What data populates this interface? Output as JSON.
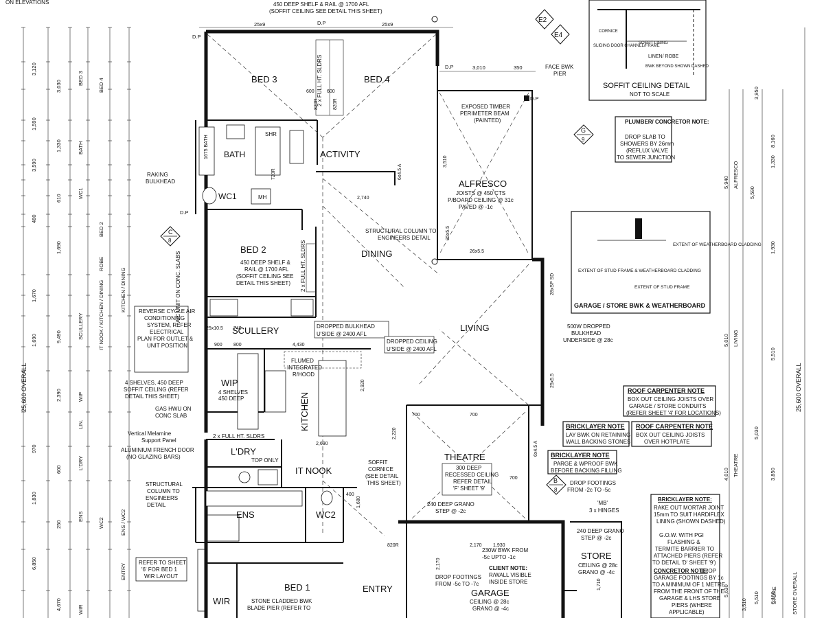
{
  "header": {
    "top_left": "ON ELEVATIONS",
    "shelf_note_top": "450 DEEP SHELF & RAIL @ 1700 AFL",
    "shelf_note_top_2": "(SOFFIT CEILING SEE DETAIL THIS SHEET)",
    "elev_tags": [
      "E2",
      "E4"
    ]
  },
  "rooms": {
    "bed3": "BED 3",
    "bed4": "BED 4",
    "activity": "ACTIVITY",
    "bath": "BATH",
    "wc1": "WC1",
    "alfresco": "ALFRESCO",
    "alfresco_note": [
      "JOISTS @ 450 CTS",
      "P/BOARD CEILING @ 31c",
      "PAVED @ -1c"
    ],
    "bed2": "BED 2",
    "bed2_note": [
      "450 DEEP SHELF &",
      "RAIL @ 1700 AFL",
      "(SOFFIT CEILING SEE",
      "DETAIL THIS SHEET)"
    ],
    "dining": "DINING",
    "living": "LIVING",
    "scullery": "SCULLERY",
    "kitchen": "KITCHEN",
    "wip": "WIP",
    "wip_note": [
      "4 SHELVES",
      "450 DEEP"
    ],
    "ldry": "L'DRY",
    "it_nook": "IT NOOK",
    "theatre": "THEATRE",
    "theatre_note": [
      "300 DEEP",
      "RECESSED CEILING",
      "REFER DETAIL",
      "'F' SHEET '9'"
    ],
    "theatre_step": "240 DEEP GRANO",
    "theatre_step_2": "STEP @ -2c",
    "ens": "ENS",
    "wc2": "WC2",
    "bed1": "BED 1",
    "wir": "WIR",
    "entry": "ENTRY",
    "garage": "GARAGE",
    "garage_note": [
      "CEILING @ 28c",
      "GRANO @ -4c"
    ],
    "store": "STORE",
    "store_note": [
      "CEILING @ 28c",
      "GRANO @ -4c"
    ],
    "mh": "MH",
    "shr": "SHR"
  },
  "notes": {
    "exposed_timber": [
      "EXPOSED TIMBER",
      "PERIMETER BEAM",
      "(PAINTED)"
    ],
    "face_bwk": [
      "FACE BWK",
      "PIER"
    ],
    "structural_column": [
      "STRUCTURAL COLUMN TO",
      "ENGINEERS DETAIL"
    ],
    "structural_column_left": [
      "STRUCTURAL",
      "COLUMN TO",
      "ENGINEERS",
      "DETAIL"
    ],
    "raking_bulkhead": [
      "RAKING",
      "BULKHEAD"
    ],
    "dropped_bulkhead": [
      "DROPPED BULKHEAD",
      "U'SIDE @ 2400 AFL"
    ],
    "dropped_ceiling": [
      "DROPPED CEILING",
      "U'SIDE @ 2400 AFL"
    ],
    "flumed": [
      "FLUMED",
      "INTEGRATED",
      "R/HOOD"
    ],
    "reverse_cycle": [
      "REVERSE CYCLE AIR",
      "CONDITIONING",
      "SYSTEM, REFER",
      "ELECTRICAL",
      "PLAN FOR OUTLET &",
      "UNIT POSITION"
    ],
    "ac_unit": "A/C UNIT ON CONC. SLABS",
    "shelves_4": [
      "4 SHELVES, 450 DEEP",
      "SOFFIT CEILING (REFER",
      "DETAIL THIS SHEET)"
    ],
    "gas_hwu": [
      "GAS HWU ON",
      "CONC SLAB"
    ],
    "vertical_melamine": [
      "Vertical Melamine",
      "Support Panel"
    ],
    "aluminium_door": [
      "ALUMINIUM FRENCH DOOR",
      "(NO GLAZING BARS)"
    ],
    "refer_sheet6": [
      "REFER TO SHEET",
      "'6' FOR BED 1",
      "WIR LAYOUT"
    ],
    "stone_cladded": [
      "STONE CLADDED BWK",
      "BLADE PIER (REFER TO"
    ],
    "soffit_cornice": [
      "SOFFIT",
      "CORNICE",
      "(SEE DETAIL",
      "THIS SHEET)"
    ],
    "dropped_500w": [
      "500W DROPPED",
      "BULKHEAD",
      "UNDERSIDE @ 28c"
    ],
    "drop_footings_1": [
      "DROP FOOTINGS",
      "FROM -5c TO -7c"
    ],
    "drop_footings_2": [
      "DROP FOOTINGS",
      "FROM -2c TO -5c"
    ],
    "bwk_230": [
      "230W BWK FROM",
      "-5c UPTO -1c"
    ],
    "client_note": [
      "CLIENT NOTE:",
      "R/WALL VISIBLE",
      "INSIDE STORE"
    ],
    "step_store": [
      "240 DEEP GRANO",
      "STEP @ -2c"
    ],
    "mb_hinges": [
      "'MB'",
      "3 x HINGES"
    ],
    "full_ht_sldrs": "2 x FULL HT. SLDRS",
    "top_only": "TOP ONLY"
  },
  "callouts": {
    "soffit_title": "SOFFIT CEILING DETAIL",
    "soffit_sub": "NOT TO SCALE",
    "soffit_labels": [
      "CORNICE",
      "SOFFIT LINING",
      "SLIDING DOOR CHANNEL/FRAME",
      "LINEN/ ROBE",
      "BWK BEYOND SHOWN DASHED"
    ],
    "plumber_title": "PLUMBER/ CONCRETOR NOTE:",
    "plumber_body": [
      "DROP SLAB TO",
      "SHOWERS BY 26mm",
      "(REFLUX VALVE",
      "TO SEWER JUNCTION"
    ],
    "garage_bwk_title": "GARAGE / STORE BWK & WEATHERBOARD",
    "garage_bwk_labels": [
      "EXTENT OF WEATHERBOARD CLADDING",
      "EXTENT OF STUD FRAME & WEATHERBOARD CLADDING",
      "EXTENT OF STUD FRAME"
    ],
    "roof_carp_1_title": "ROOF CARPENTER NOTE",
    "roof_carp_1_body": [
      "BOX OUT CEILING JOISTS OVER",
      "GARAGE / STORE CONDUITS",
      "(REFER SHEET '4' FOR LOCATIONS)"
    ],
    "roof_carp_2_title": "ROOF CARPENTER NOTE",
    "roof_carp_2_body": [
      "BOX OUT CEILING JOISTS",
      "OVER HOTPLATE"
    ],
    "bricklayer_1_title": "BRICKLAYER NOTE",
    "bricklayer_1_body": [
      "LAY BWK ON RETAINING",
      "WALL BACKING STONES"
    ],
    "bricklayer_2_title": "BRICKLAYER NOTE",
    "bricklayer_2_body": [
      "PARGE & WPROOF BWK",
      "BEFORE BACKING FILLING"
    ],
    "bricklayer_3_title": "BRICKLAYER NOTE:",
    "bricklayer_3_body": [
      "RAKE OUT MORTAR JOINT",
      "15mm TO SUIT HARDIFLEX",
      "LINING (SHOWN DASHED)"
    ],
    "gow_body": [
      "G.O.W. WITH PGI",
      "FLASHING &",
      "TERMITE BARRIER TO",
      "ATTACHED PIERS (REFER",
      "TO DETAIL 'D' SHEET '9')"
    ],
    "concretor_title": "CONCRETOR NOTE:",
    "concretor_body": [
      "DROP",
      "GARAGE FOOTINGS BY 1c",
      "TO A MINIMUM OF 1 METRE",
      "FROM THE FRONT OF THE",
      "GARAGE & LHS STORE",
      "PIERS (WHERE",
      "APPLICABLE)"
    ]
  },
  "section_markers": [
    {
      "top": "C",
      "bottom": "8"
    },
    {
      "top": "G",
      "bottom": "9"
    },
    {
      "top": "B",
      "bottom": "8"
    }
  ],
  "dimensions": {
    "top": [
      "25x9",
      "D.P",
      "25x9",
      "D.P",
      "3,010",
      "350",
      "D.P",
      "D.P",
      "D.P"
    ],
    "left_overall": "25,600 OVERALL",
    "right_overall": "25,600 OVERALL",
    "interior": [
      "600",
      "600",
      "820R",
      "820R",
      "1675 BATH",
      "720R",
      "2,740",
      "4,430",
      "900",
      "800",
      "2,690",
      "2,920",
      "2,220",
      "700",
      "700",
      "700",
      "1,680",
      "400",
      "820R",
      "2,170",
      "1,930",
      "2,170",
      "1,710",
      "3,510",
      "25x5.5",
      "26x5.5",
      "28xSP SD",
      "25x5.5",
      "6x4.5 A",
      "6x4.5 A",
      "25x10.5",
      "740"
    ],
    "left_col_a": [
      "3,120",
      "3,030",
      "1,590",
      "1,330",
      "3,590",
      "610",
      "480",
      "1,690",
      "1,670",
      "9,490",
      "1,690",
      "2,390",
      "970",
      "600",
      "1,830",
      "250",
      "6,850",
      "4,670"
    ],
    "left_col_b_labels": [
      "BED 3",
      "BED 4",
      "BATH",
      "WC1",
      "BED 2",
      "ROBE",
      "SCULLERY",
      "KITCHEN / DINING",
      "IT NOOK / KITCHEN / DINING",
      "WIP",
      "LIN.",
      "L'DRY",
      "ENS",
      "WC2",
      "ENS / WC2",
      "ENTRY",
      "WIR"
    ],
    "right_col_labels": [
      "ALFRESCO",
      "LIVING",
      "THEATRE",
      "STORE",
      "STORE OVERALL"
    ],
    "right_col_values": [
      "3,950",
      "8,160",
      "1,330",
      "5,940",
      "5,590",
      "1,930",
      "5,010",
      "5,510",
      "3,850",
      "4,010",
      "5,030",
      "5,630",
      "6,100",
      "5,510",
      "3,510"
    ]
  }
}
